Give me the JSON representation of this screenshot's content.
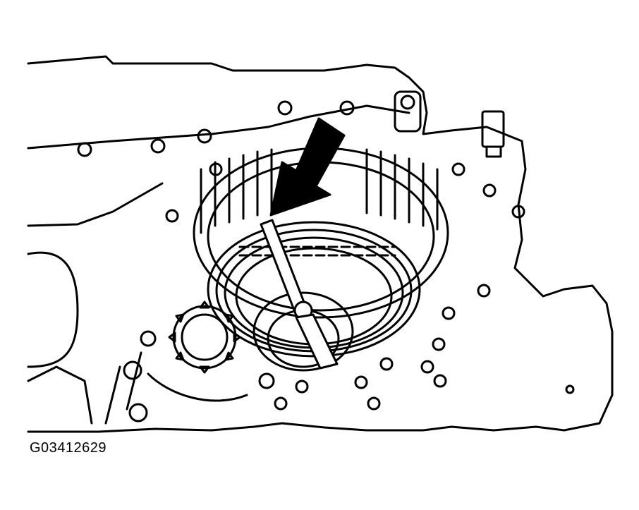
{
  "figure": {
    "code": "G03412629",
    "subject": "transaxle-case-clutch-drum",
    "tool": "screwdriver-inserted-at-snap-ring",
    "callout": "arrow-pointing-to-tool-tip"
  },
  "colors": {
    "ink": "#000000",
    "paper": "#ffffff"
  }
}
